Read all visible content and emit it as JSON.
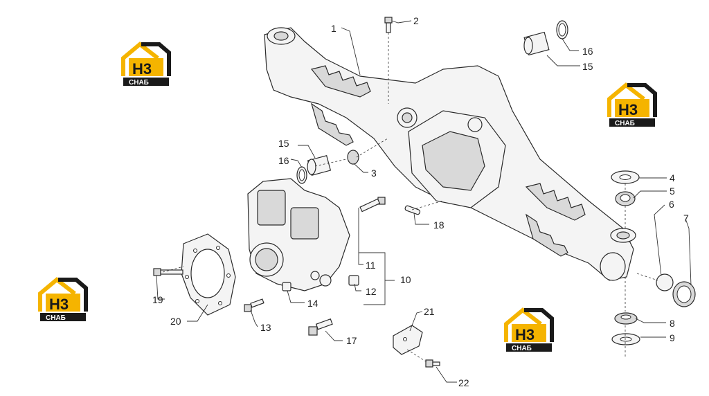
{
  "callouts": [
    {
      "id": "c1",
      "text": "1"
    },
    {
      "id": "c2",
      "text": "2"
    },
    {
      "id": "c3",
      "text": "3"
    },
    {
      "id": "c4",
      "text": "4"
    },
    {
      "id": "c5",
      "text": "5"
    },
    {
      "id": "c6",
      "text": "6"
    },
    {
      "id": "c7",
      "text": "7"
    },
    {
      "id": "c8",
      "text": "8"
    },
    {
      "id": "c9",
      "text": "9"
    },
    {
      "id": "c10",
      "text": "10"
    },
    {
      "id": "c11",
      "text": "11"
    },
    {
      "id": "c12",
      "text": "12"
    },
    {
      "id": "c13",
      "text": "13"
    },
    {
      "id": "c14",
      "text": "14"
    },
    {
      "id": "c15a",
      "text": "15"
    },
    {
      "id": "c15b",
      "text": "15"
    },
    {
      "id": "c16a",
      "text": "16"
    },
    {
      "id": "c16b",
      "text": "16"
    },
    {
      "id": "c17",
      "text": "17"
    },
    {
      "id": "c18",
      "text": "18"
    },
    {
      "id": "c19",
      "text": "19"
    },
    {
      "id": "c20",
      "text": "20"
    },
    {
      "id": "c21",
      "text": "21"
    },
    {
      "id": "c22",
      "text": "22"
    }
  ],
  "watermark": {
    "mark": "H3",
    "word": "СНАБ",
    "accent_color": "#f5b400",
    "dark_color": "#1a1a1a"
  }
}
